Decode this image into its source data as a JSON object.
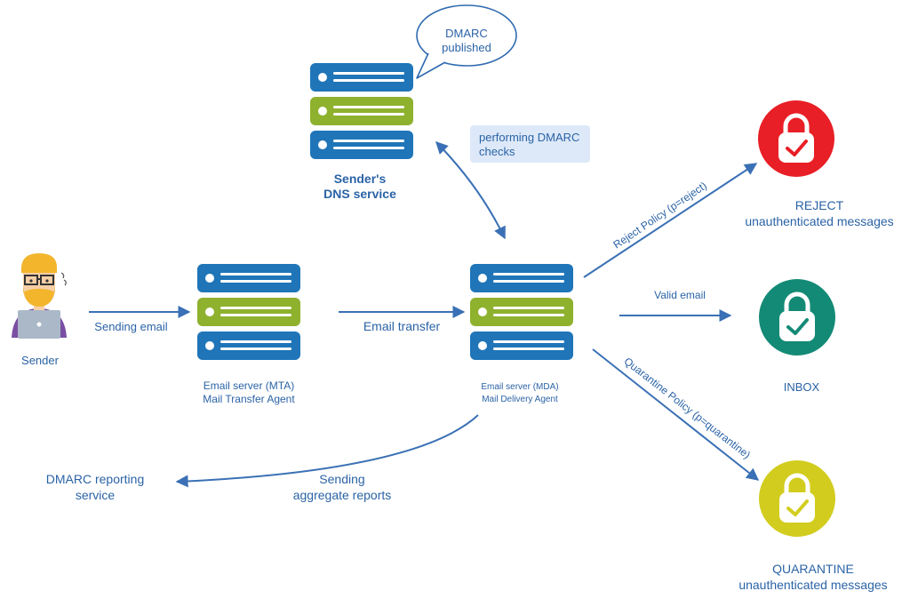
{
  "colors": {
    "arrow": "#3a70b5",
    "label": "#2b63a6",
    "server_blue": "#1f75b8",
    "server_green": "#8eb12e",
    "reject": "#e81f26",
    "inbox": "#138a76",
    "quarantine": "#d2cc1e",
    "hair": "#f2b52c",
    "shirt": "#7a4fa3"
  },
  "icons": [
    "person-at-laptop-icon",
    "server-icon",
    "padlock-check-icon",
    "speech-bubble-icon"
  ],
  "bubble": {
    "line1": "DMARC",
    "line2": "published"
  },
  "dns": {
    "line1": "Sender's",
    "line2": "DNS service"
  },
  "checks": {
    "line1": "performing DMARC",
    "line2": "checks"
  },
  "sender": {
    "label": "Sender"
  },
  "edges": {
    "sending_email": "Sending email",
    "email_transfer": "Email transfer",
    "reject_policy": "Reject Policy (p=reject)",
    "valid_email": "Valid email",
    "quarantine_policy": "Quarantine Policy (p=quarantine)",
    "reports_line1": "Sending",
    "reports_line2": "aggregate reports"
  },
  "mta": {
    "line1": "Email server (MTA)",
    "line2": "Mail Transfer Agent"
  },
  "mda": {
    "line1": "Email server (MDA)",
    "line2": "Mail Delivery Agent"
  },
  "reporting": {
    "line1": "DMARC reporting",
    "line2": "service"
  },
  "outcomes": {
    "reject": {
      "line1": "REJECT",
      "line2": "unauthenticated messages"
    },
    "inbox": {
      "line1": "INBOX"
    },
    "quarantine": {
      "line1": "QUARANTINE",
      "line2": "unauthenticated messages"
    }
  }
}
